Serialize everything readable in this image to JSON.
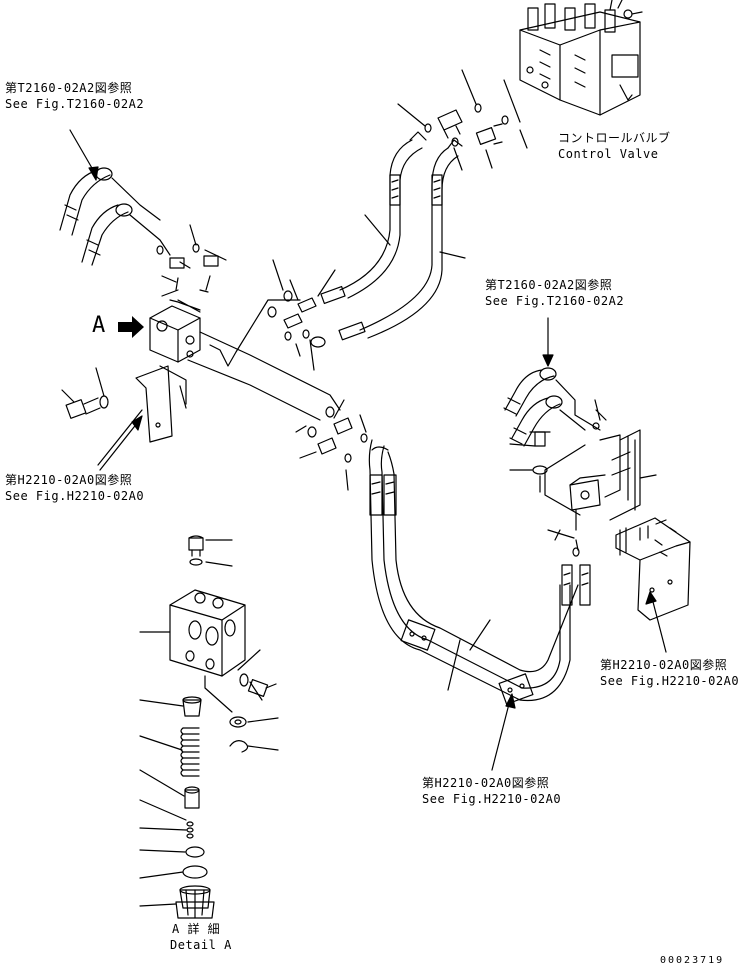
{
  "references": {
    "top_left": {
      "line1": "第T2160-02A2図参照",
      "line2": "See Fig.T2160-02A2"
    },
    "right_upper": {
      "line1": "第T2160-02A2図参照",
      "line2": "See Fig.T2160-02A2"
    },
    "left_mid": {
      "line1": "第H2210-02A0図参照",
      "line2": "See Fig.H2210-02A0"
    },
    "right_lower": {
      "line1": "第H2210-02A0図参照",
      "line2": "See Fig.H2210-02A0"
    },
    "bottom_center": {
      "line1": "第H2210-02A0図参照",
      "line2": "See Fig.H2210-02A0"
    }
  },
  "control_valve": {
    "jp": "コントロールバルブ",
    "en": "Control Valve"
  },
  "view_marker": "A",
  "detail": {
    "jp": "A 詳 細",
    "en": "Detail A"
  },
  "drawing_number": "00023719"
}
